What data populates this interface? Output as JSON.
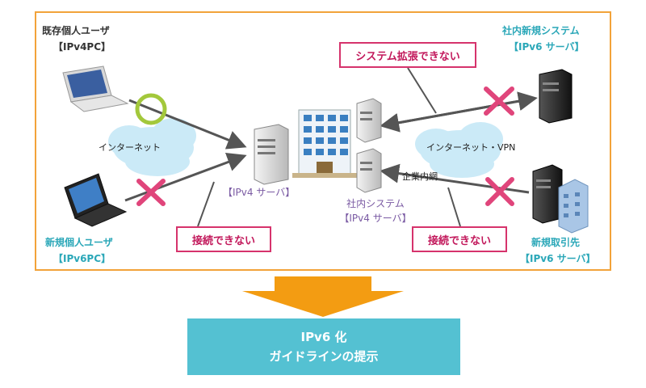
{
  "colors": {
    "frame": "#f2a33a",
    "teal_text": "#2aa7b8",
    "callout": "#d6336c",
    "arrow": "#f39c12",
    "result_bg": "#54c1d2",
    "cross": "#e0457b",
    "ok_ring": "#a3c83b"
  },
  "left_top": {
    "title": "既存個人ユーザ",
    "subtitle": "【IPv4PC】"
  },
  "left_bottom": {
    "title": "新規個人ユーザ",
    "subtitle": "【IPv6PC】"
  },
  "right_top": {
    "title": "社内新規システム",
    "subtitle": "【IPv6 サーバ】"
  },
  "right_bottom": {
    "title": "新規取引先",
    "subtitle": "【IPv6 サーバ】"
  },
  "center_server": {
    "label": "【IPv4 サーバ】"
  },
  "internal_system": {
    "title": "社内システム",
    "subtitle": "【IPv4 サーバ】"
  },
  "cloud_left": {
    "label": "インターネット"
  },
  "cloud_right": {
    "label": "インターネット・VPN"
  },
  "intranet": {
    "label": "企業内網"
  },
  "callouts": {
    "system_expand": "システム拡張できない",
    "connect_left": "接続できない",
    "connect_right": "接続できない"
  },
  "result": {
    "line1": "IPv6 化",
    "line2": "ガイドラインの提示"
  },
  "icons": [
    "laptop-icon",
    "server-icon",
    "office-building-icon",
    "cloud-icon",
    "cross-mark-icon",
    "circle-ok-icon",
    "down-arrow-icon"
  ]
}
